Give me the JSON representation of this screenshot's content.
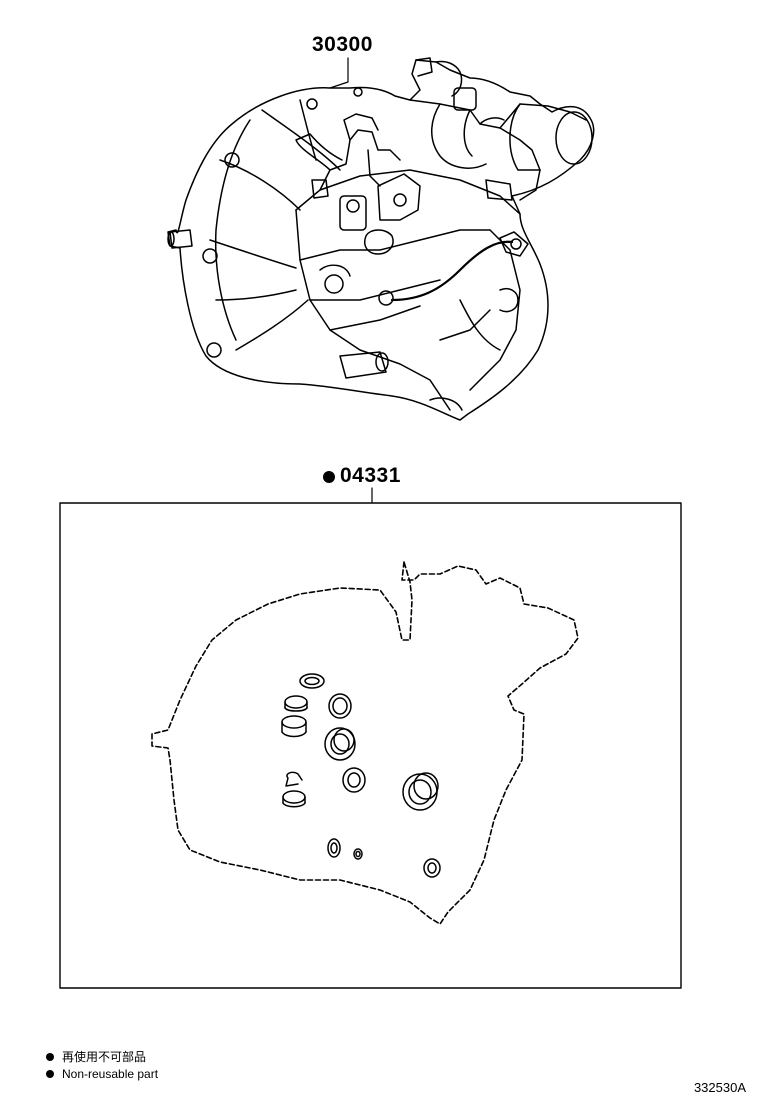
{
  "parts": {
    "assembly_number": "30300",
    "kit_number": "04331"
  },
  "legend": {
    "non_reusable_jp": "再使用不可部品",
    "non_reusable_en": "Non-reusable part",
    "bullet_icon": "filled-circle-icon"
  },
  "diagram_code": "332530A",
  "colors": {
    "line": "#000000",
    "background": "#ffffff"
  }
}
